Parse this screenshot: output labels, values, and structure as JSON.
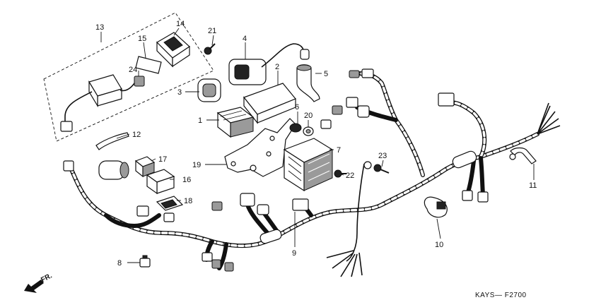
{
  "diagram": {
    "callouts": [
      {
        "id": "c1",
        "text": "1"
      },
      {
        "id": "c2",
        "text": "2"
      },
      {
        "id": "c3",
        "text": "3"
      },
      {
        "id": "c4",
        "text": "4"
      },
      {
        "id": "c5",
        "text": "5"
      },
      {
        "id": "c6",
        "text": "6"
      },
      {
        "id": "c7",
        "text": "7"
      },
      {
        "id": "c8",
        "text": "8"
      },
      {
        "id": "c9",
        "text": "9"
      },
      {
        "id": "c10",
        "text": "10"
      },
      {
        "id": "c11",
        "text": "11"
      },
      {
        "id": "c12",
        "text": "12"
      },
      {
        "id": "c13",
        "text": "13"
      },
      {
        "id": "c14",
        "text": "14"
      },
      {
        "id": "c15",
        "text": "15"
      },
      {
        "id": "c16",
        "text": "16"
      },
      {
        "id": "c17",
        "text": "17"
      },
      {
        "id": "c18",
        "text": "18"
      },
      {
        "id": "c19",
        "text": "19"
      },
      {
        "id": "c20",
        "text": "20"
      },
      {
        "id": "c21",
        "text": "21"
      },
      {
        "id": "c22",
        "text": "22"
      },
      {
        "id": "c23",
        "text": "23"
      },
      {
        "id": "c24",
        "text": "24"
      }
    ],
    "direction_label": "FR.",
    "drawing_code": "KAYS— F2700"
  }
}
